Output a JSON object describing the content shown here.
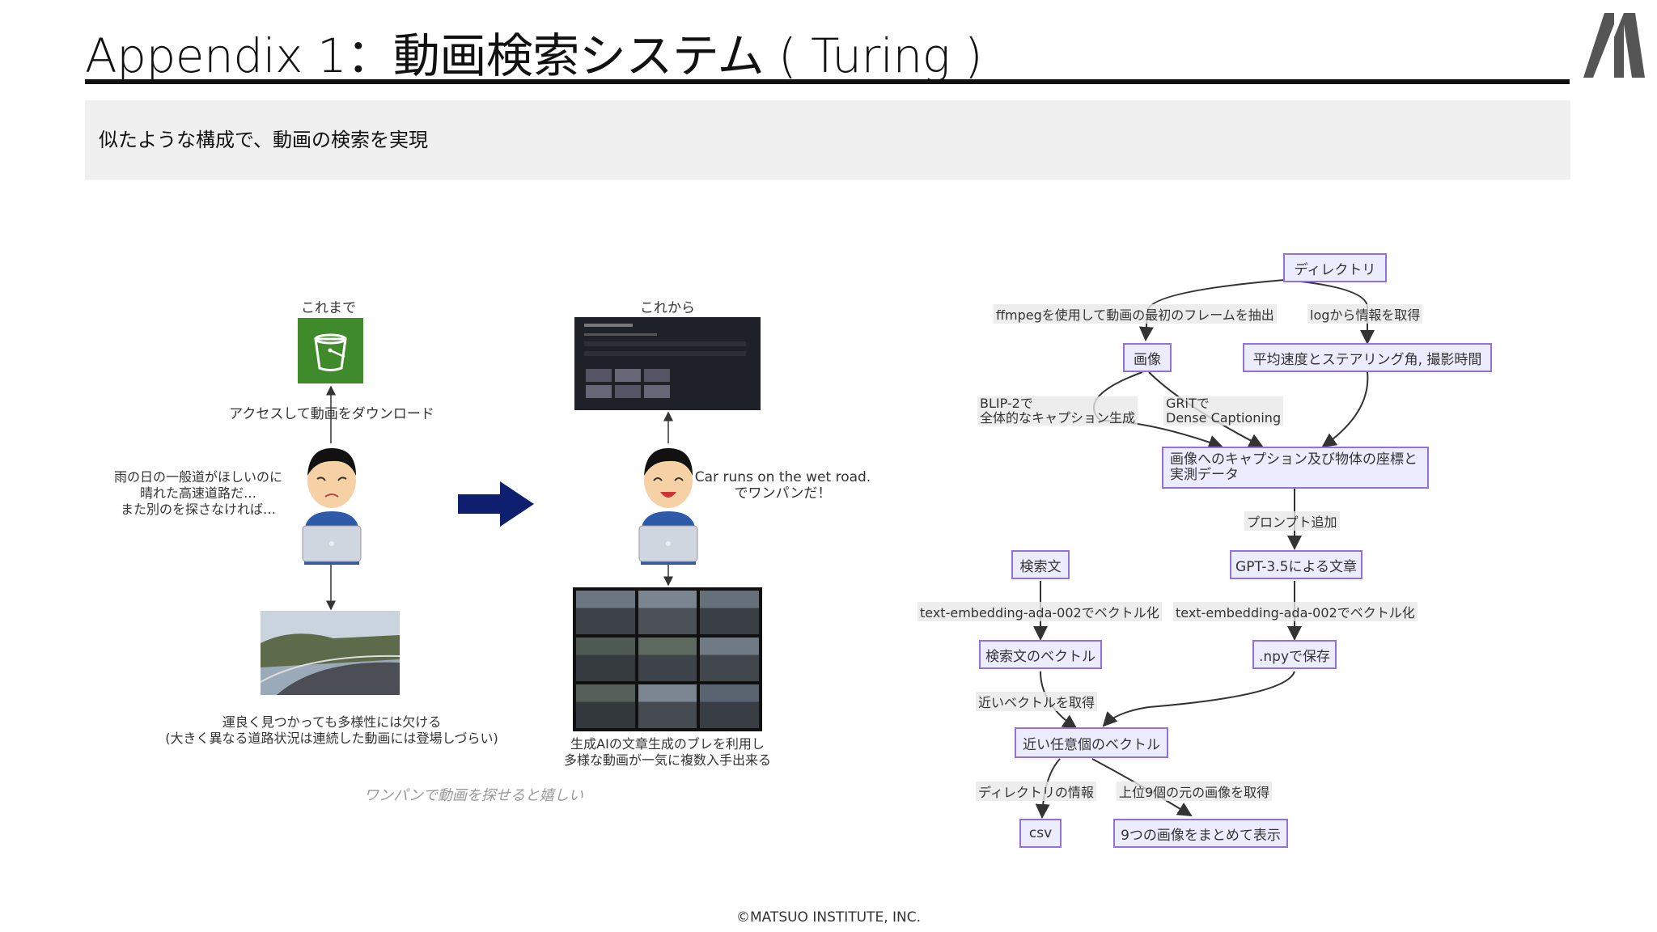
{
  "header": {
    "title": "Appendix 1：動画検索システム ( Turing )",
    "subtitle": "似たような構成で、動画の検索を実現"
  },
  "footer": {
    "copyright": "©MATSUO INSTITUTE, INC."
  },
  "illustration": {
    "before_label": "これまで",
    "after_label": "これから",
    "download_caption": "アクセスして動画をダウンロード",
    "thought_lines": [
      "雨の日の一般道がほしいのに",
      "晴れた高速道路だ…",
      "また別のを探さなければ…"
    ],
    "speech_lines": [
      "Car runs on the wet road.",
      "でワンパンだ！"
    ],
    "before_result_lines": [
      "運良く見つかっても多様性には欠ける",
      "(大きく異なる道路状況は連続した動画には登場しづらい)"
    ],
    "after_result_lines": [
      "生成AIの文章生成のブレを利用し",
      "多様な動画が一気に複数入手出来る"
    ],
    "tagline": "ワンパンで動画を探せると嬉しい",
    "colors": {
      "bucket": "#3f8b2c",
      "arrow": "#0d1f6e",
      "screen": "#1f2128"
    }
  },
  "flowchart": {
    "nodes": {
      "directory": "ディレクトリ",
      "image": "画像",
      "speed": "平均速度とステアリング角, 撮影時間",
      "caption_data_lines": [
        "画像へのキャプション及び物体の座標と",
        "実測データ"
      ],
      "gpt": "GPT-3.5による文章",
      "search_text": "検索文",
      "search_vec": "検索文のベクトル",
      "npy": ".npyで保存",
      "nearest": "近い任意個のベクトル",
      "csv": "csv",
      "show9": "9つの画像をまとめて表示"
    },
    "edges": {
      "ffmpeg": "ffmpegを使用して動画の最初のフレームを抽出",
      "log": "logから情報を取得",
      "blip_lines": [
        "BLIP-2で",
        "全体的なキャプション生成"
      ],
      "grit_lines": [
        "GRiTで",
        "Dense Captioning"
      ],
      "prompt": "プロンプト追加",
      "embed_left": "text-embedding-ada-002でベクトル化",
      "embed_right": "text-embedding-ada-002でベクトル化",
      "near_get": "近いベクトルを取得",
      "dir_info": "ディレクトリの情報",
      "top9": "上位9個の元の画像を取得"
    },
    "colors": {
      "node_fill": "#ececff",
      "node_border": "#9370db",
      "edge": "#333333"
    }
  }
}
